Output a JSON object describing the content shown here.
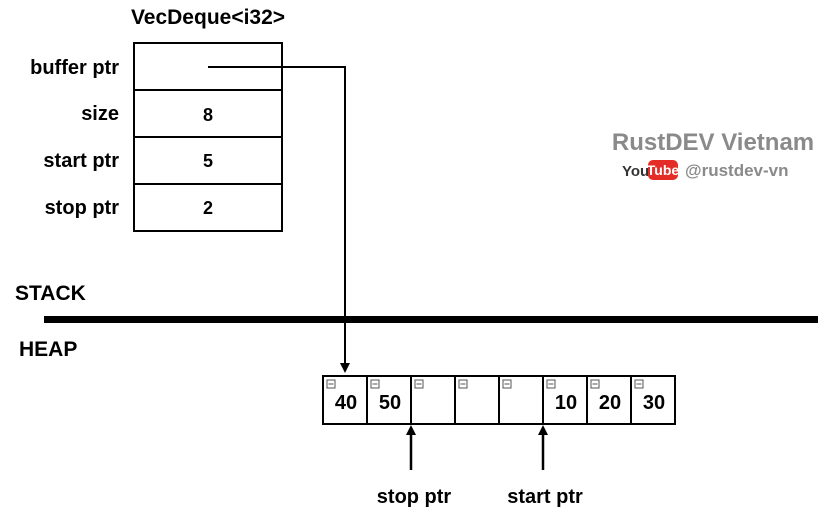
{
  "struct": {
    "title": "VecDeque<i32>",
    "fields": [
      {
        "label": "buffer ptr",
        "value": ""
      },
      {
        "label": "size",
        "value": "8"
      },
      {
        "label": "start ptr",
        "value": "5"
      },
      {
        "label": "stop ptr",
        "value": "2"
      }
    ]
  },
  "sections": {
    "stack": "STACK",
    "heap": "HEAP"
  },
  "buffer": {
    "cells": [
      "40",
      "50",
      "",
      "",
      "",
      "10",
      "20",
      "30"
    ]
  },
  "pointers": {
    "stop_label": "stop ptr",
    "start_label": "start ptr"
  },
  "branding": {
    "name": "RustDEV Vietnam",
    "youtube_you": "You",
    "youtube_tube": "Tube",
    "handle": "@rustdev-vn",
    "youtube_red": "#e52d27"
  }
}
